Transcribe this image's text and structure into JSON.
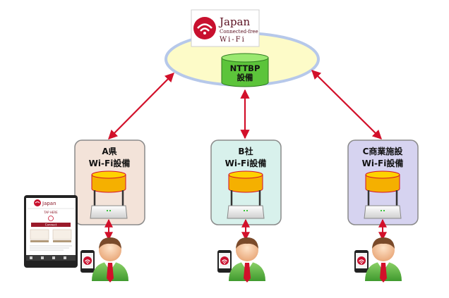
{
  "logo": {
    "line1": "Japan",
    "line2": "Connected-free",
    "line3": "Wi-Fi",
    "brand_color": "#c8102e"
  },
  "center": {
    "name_line1": "NTTBP",
    "name_line2": "設備",
    "ellipse_color": "#fdfbc8",
    "cylinder_color": "#7ed957"
  },
  "facilities": [
    {
      "line1": "A県",
      "line2": "Wi-Fi設備",
      "box_color": "#f3e3d9"
    },
    {
      "line1": "B社",
      "line2": "Wi-Fi設備",
      "box_color": "#d8f1ec"
    },
    {
      "line1": "C商業施設",
      "line2": "Wi-Fi設備",
      "box_color": "#d6d3f0"
    }
  ],
  "phone_screen": {
    "title": "Japan",
    "tap_text": "TAP HERE",
    "connect_label": "Connect"
  },
  "colors": {
    "arrow": "#d2102a",
    "cylinder_top": "#ffd200",
    "cylinder_body": "#f5b000",
    "box_border": "#8a8a8a"
  },
  "icons": [
    "wifi-logo-icon",
    "database-cylinder-icon",
    "wifi-router-icon",
    "smartphone-icon",
    "user-person-icon",
    "arrow-icon"
  ]
}
